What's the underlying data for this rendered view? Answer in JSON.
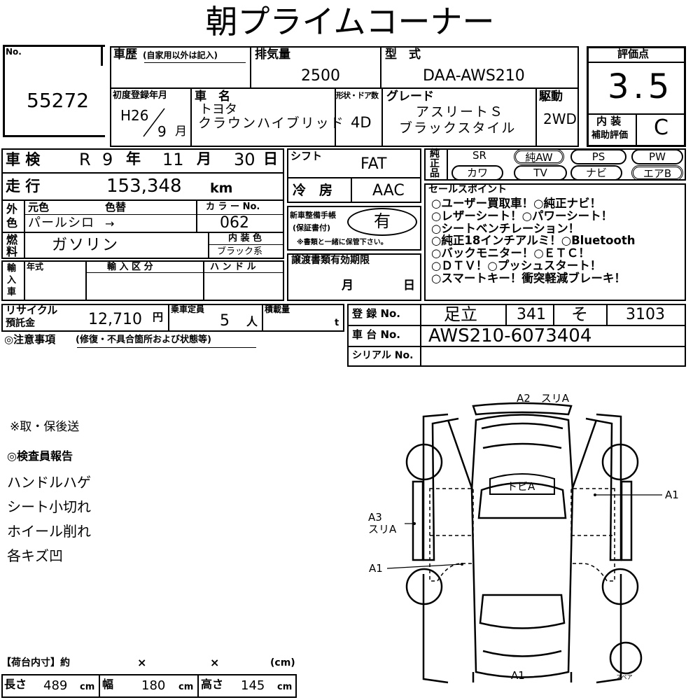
{
  "title": "朝プライムコーナー",
  "lot": {
    "label": "No.",
    "number": "55272"
  },
  "history": {
    "label": "車歴",
    "note": "(自家用以外は記入)"
  },
  "displacement": {
    "label": "排気量",
    "value": "2500"
  },
  "model": {
    "label": "型　式",
    "value": "DAA-AWS210"
  },
  "first_reg": {
    "label": "初度登録年月",
    "era": "H26",
    "month": "9",
    "month_unit": "月"
  },
  "car_name": {
    "label": "車　名",
    "maker": "トヨタ",
    "name": "クラウンハイブリッド"
  },
  "body": {
    "label": "形状・ドア数",
    "value": "4D"
  },
  "grade": {
    "label": "グレード",
    "line1": "アスリートＳ",
    "line2": "ブラックスタイル"
  },
  "drive": {
    "label": "駆動",
    "value": "2WD"
  },
  "rating": {
    "label": "評価点",
    "score": "3.5",
    "interior_label_1": "内 装",
    "interior_label_2": "補助評価",
    "interior": "C"
  },
  "inspection": {
    "label": "車 検",
    "era": "R",
    "year": "9",
    "year_unit": "年",
    "month": "11",
    "month_unit": "月",
    "day": "30",
    "day_unit": "日"
  },
  "shift": {
    "label": "シフト",
    "value": "FAT"
  },
  "mileage": {
    "label": "走 行",
    "value": "153,348",
    "unit": "km"
  },
  "ac": {
    "label": "冷　房",
    "value": "AAC"
  },
  "equipment": {
    "label": "純正品",
    "items": [
      "SR",
      "純AW",
      "PS",
      "PW",
      "カワ",
      "TV",
      "ナビ",
      "エアB"
    ]
  },
  "exterior": {
    "label": "外色",
    "orig_label": "元色",
    "repaint_label": "色替",
    "value": "パールシロ",
    "arrow": "→",
    "color_no_label": "カ ラ ー No.",
    "color_no": "062"
  },
  "manual": {
    "label": "新車整備手帳",
    "label2": "(保証書付)",
    "value": "有",
    "note": "※書類と一緒に保管下さい。"
  },
  "fuel": {
    "label": "燃料",
    "value": "ガソリン"
  },
  "interior_color": {
    "label": "内 装 色",
    "value": "ブラック系"
  },
  "sales": {
    "label": "セールスポイント",
    "lines": [
      "○ユーザー買取車！○純正ナビ！",
      "○レザーシート！○パワーシート！",
      "○シートベンチレーション！",
      "○純正18インチアルミ！○Bluetooth",
      "○バックモニター！○ＥＴＣ！",
      "○ＤＴＶ！○プッシュスタート！",
      "○スマートキー！衝突軽減ブレーキ！"
    ]
  },
  "import": {
    "label": "輸入車",
    "year_label": "年式",
    "category_label": "輸 入 区 分",
    "handle_label": "ハ ン ド ル"
  },
  "transfer_docs": {
    "label": "譲渡書類有効期限",
    "month_unit": "月",
    "day_unit": "日"
  },
  "recycle": {
    "label1": "リサイクル",
    "label2": "預託金",
    "value": "12,710",
    "unit": "円"
  },
  "capacity": {
    "label": "乗車定員",
    "value": "5",
    "unit": "人"
  },
  "load": {
    "label": "積載量",
    "unit": "t"
  },
  "registration": {
    "label": "登 録 No.",
    "area": "足立",
    "class": "341",
    "kana": "そ",
    "number": "3103"
  },
  "chassis": {
    "label": "車 台 No.",
    "value": "AWS210-6073404"
  },
  "serial": {
    "label": "シリアル No."
  },
  "caution": {
    "label": "◎注意事項",
    "note": "(修復・不具合箇所および状態等)"
  },
  "notes": {
    "delivery": "※取・保後送",
    "report_label": "◎検査員報告",
    "items": [
      "ハンドルハゲ",
      "シート小切れ",
      "ホイール削れ",
      "各キズ凹"
    ]
  },
  "diagram": {
    "a2": "A2　スリA",
    "tobi": "トビA",
    "a1_right": "A1",
    "a3": "A3",
    "a3_sub": "スリA",
    "a1_left": "A1",
    "a1_bottom": "A1",
    "spare": "スペア"
  },
  "cargo": {
    "label": "【荷台内寸】約",
    "x1": "×",
    "x2": "×",
    "unit_paren": "(cm)",
    "length_label": "長さ",
    "length": "489",
    "length_unit": "cm",
    "width_label": "幅",
    "width": "180",
    "width_unit": "cm",
    "height_label": "高さ",
    "height": "145",
    "height_unit": "cm"
  }
}
